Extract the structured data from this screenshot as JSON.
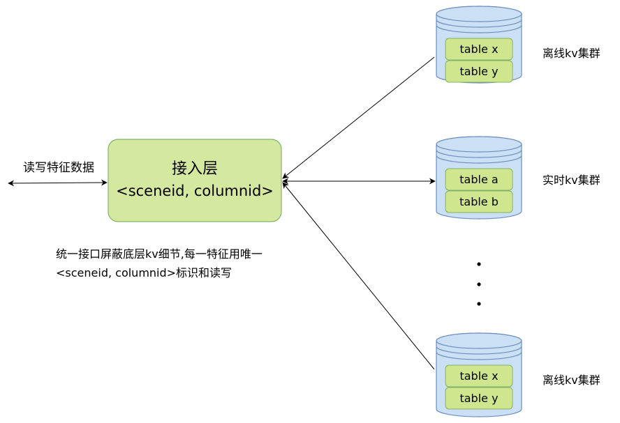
{
  "client_label": "读写特征数据",
  "access_layer": {
    "title": "接入层",
    "key": "<sceneid, columnid>"
  },
  "description": [
    "统一接口屏蔽底层kv细节,每一特征用唯一",
    "<sceneid, columnid>标识和读写"
  ],
  "clusters": [
    {
      "label": "离线kv集群",
      "tables": [
        "table x",
        "table y"
      ]
    },
    {
      "label": "实时kv集群",
      "tables": [
        "table a",
        "table b"
      ]
    },
    {
      "label": "离线kv集群",
      "tables": [
        "table x",
        "table y"
      ]
    }
  ],
  "colors": {
    "access_fill": "#d4e8a0",
    "access_stroke": "#82b366",
    "db_fill": "#cce0f5",
    "db_stroke": "#6c8ebf",
    "table_fill": "#cfe68f",
    "table_stroke": "#82b366",
    "line": "#000000"
  }
}
